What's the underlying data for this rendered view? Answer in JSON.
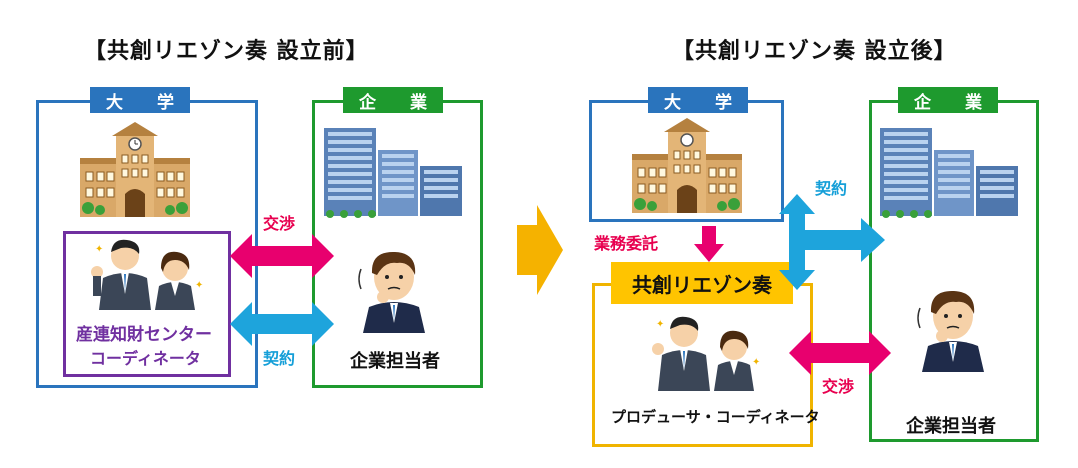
{
  "before": {
    "title": "【共創リエゾン奏 設立前】",
    "university_header": "大 学",
    "company_header": "企 業",
    "center_label_line1": "産連知財センター",
    "center_label_line2": "コーディネータ",
    "company_person_label": "企業担当者",
    "negotiation_label": "交渉",
    "contract_label": "契約"
  },
  "after": {
    "title": "【共創リエゾン奏 設立後】",
    "university_header": "大 学",
    "company_header": "企 業",
    "outsourcing_label": "業務委託",
    "liaison_label": "共創リエゾン奏",
    "coordinator_label": "プロデューサ・コーディネータ",
    "company_person_label": "企業担当者",
    "negotiation_label": "交渉",
    "contract_label": "契約"
  },
  "colors": {
    "blue": "#2a74bd",
    "green": "#1e9a2e",
    "purple": "#7030a0",
    "orange": "#f0b400",
    "pink_arrow": "#e8006e",
    "cyan_arrow": "#1ea4dc"
  }
}
